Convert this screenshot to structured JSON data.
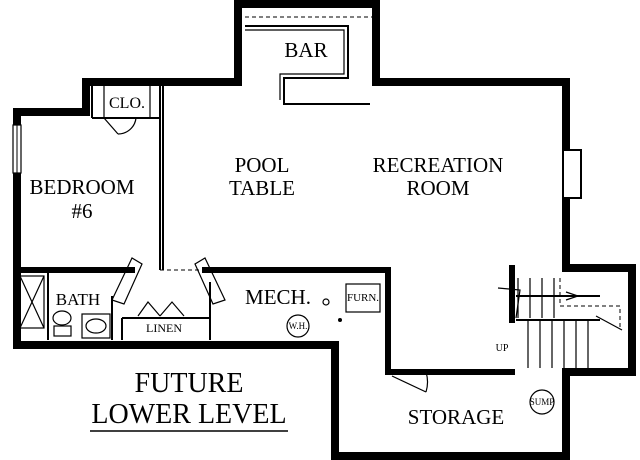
{
  "plan": {
    "title_line1": "FUTURE",
    "title_line2": "LOWER LEVEL",
    "rooms": {
      "bar": "BAR",
      "closet": "CLO.",
      "pool_table_line1": "POOL",
      "pool_table_line2": "TABLE",
      "recreation_line1": "RECREATION",
      "recreation_line2": "ROOM",
      "bedroom_line1": "BEDROOM",
      "bedroom_line2": "#6",
      "bath": "BATH",
      "linen": "LINEN",
      "mechanical": "MECH.",
      "furnace": "FURN.",
      "water_heater": "W.H.",
      "storage": "STORAGE",
      "sump": "SUMP",
      "stair_up": "UP"
    }
  }
}
